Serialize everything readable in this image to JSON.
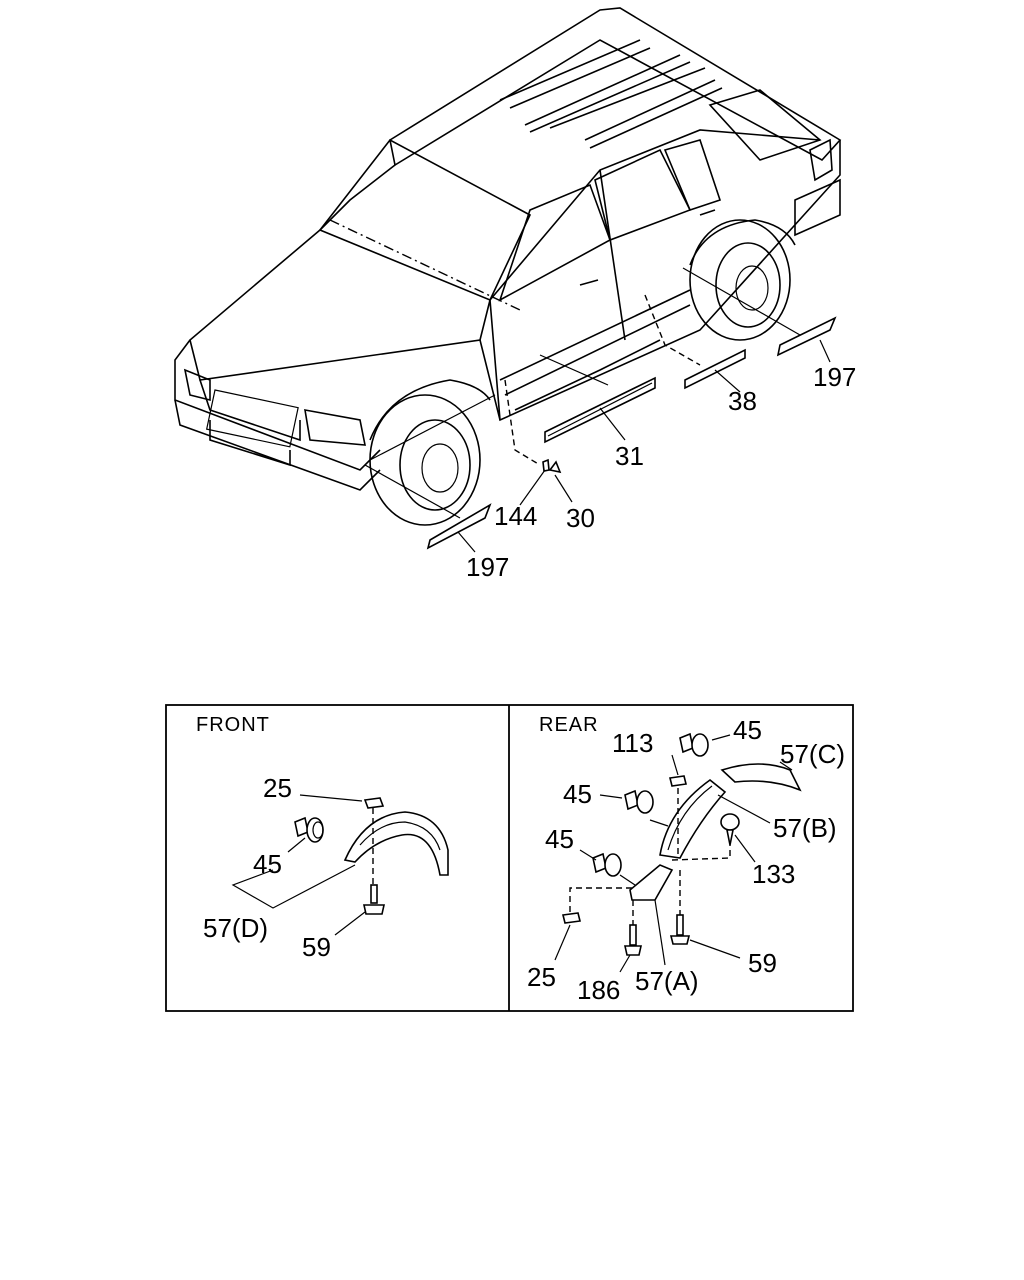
{
  "vehicle_callouts": {
    "c197_front": "197",
    "c197_rear": "197",
    "c38": "38",
    "c31": "31",
    "c144": "144",
    "c30": "30"
  },
  "front_panel": {
    "title": "FRONT",
    "c25": "25",
    "c45": "45",
    "c57d": "57(D)",
    "c59": "59"
  },
  "rear_panel": {
    "title": "REAR",
    "c113": "113",
    "c45_top": "45",
    "c57c": "57(C)",
    "c45_mid": "45",
    "c57b": "57(B)",
    "c133": "133",
    "c45_low": "45",
    "c25": "25",
    "c186": "186",
    "c57a": "57(A)",
    "c59": "59"
  }
}
